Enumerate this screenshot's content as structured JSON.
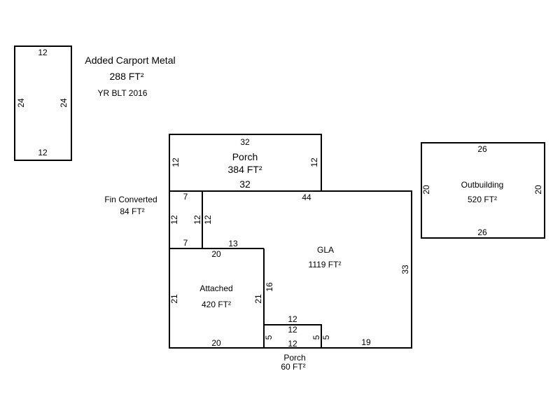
{
  "carport": {
    "name": "Added Carport Metal",
    "area": "288 FT²",
    "year": "YR BLT 2016",
    "top": "12",
    "bottom": "12",
    "left": "24",
    "right": "24"
  },
  "porch_top": {
    "name": "Porch",
    "area": "384 FT²",
    "top": "32",
    "bottom": "32",
    "left": "12",
    "right": "12"
  },
  "outbuilding": {
    "name": "Outbuilding",
    "area": "520 FT²",
    "top": "26",
    "bottom": "26",
    "left": "20",
    "right": "20"
  },
  "fin_converted": {
    "name": "Fin Converted",
    "area": "84 FT²",
    "top": "7",
    "bottom": "7",
    "left": "12",
    "right": "12"
  },
  "gla": {
    "name": "GLA",
    "area": "1119 FT²",
    "top": "44",
    "inner_left": "12",
    "step": "13",
    "right": "33",
    "attached_side": "16",
    "porch_top": "12",
    "porch_right": "5",
    "bottom": "19"
  },
  "attached": {
    "name": "Attached",
    "area": "420 FT²",
    "top": "20",
    "bottom": "20",
    "left": "21",
    "right": "21"
  },
  "porch_small": {
    "name": "Porch",
    "area": "60 FT²",
    "top": "12",
    "bottom": "12",
    "left": "5",
    "right": "5"
  },
  "colors": {
    "line": "#000000",
    "background": "#ffffff"
  }
}
